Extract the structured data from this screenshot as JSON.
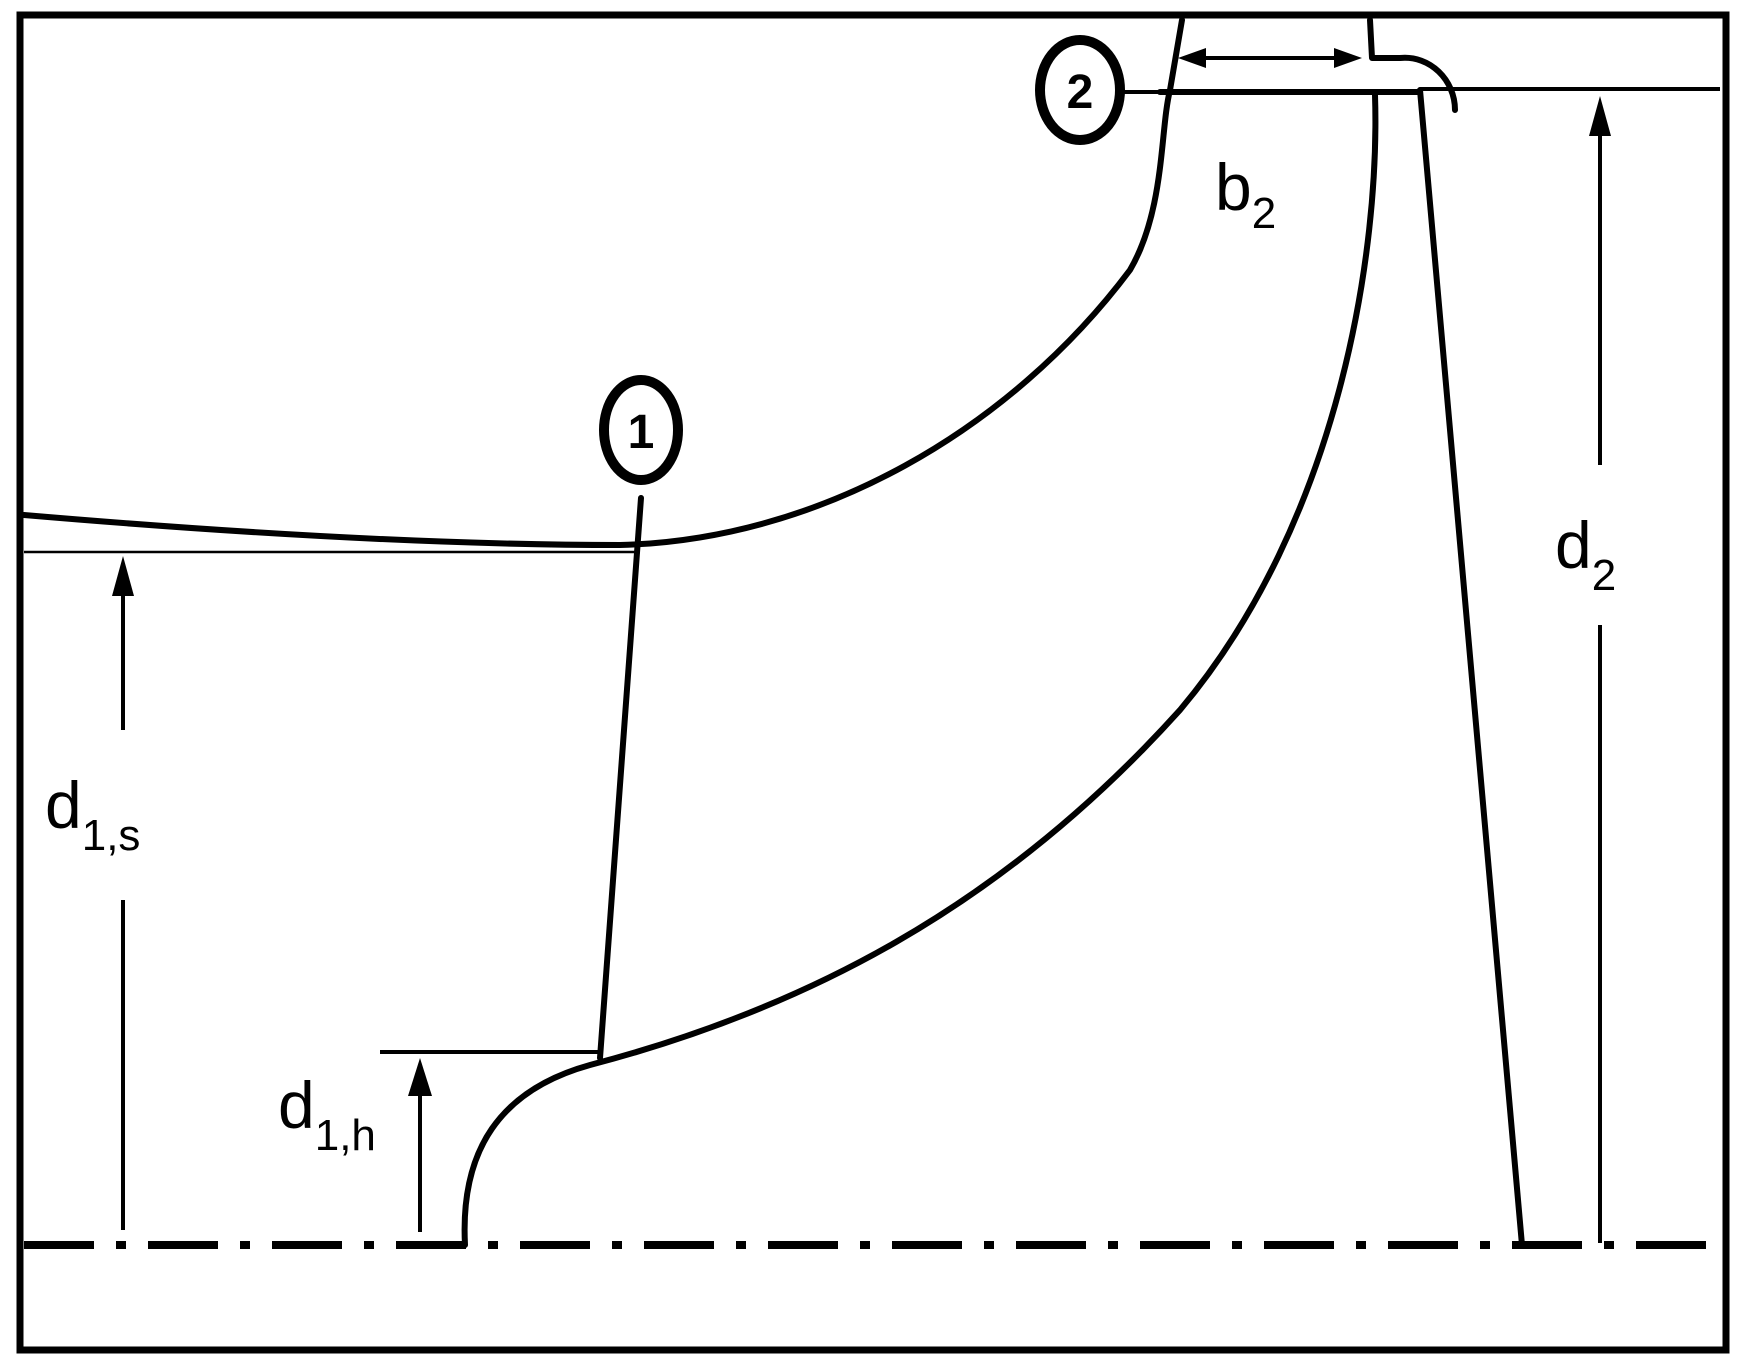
{
  "stations": {
    "inlet": "1",
    "outlet": "2"
  },
  "dimensions": {
    "b2": {
      "main": "b",
      "sub": "2"
    },
    "d2": {
      "main": "d",
      "sub": "2"
    },
    "d1s": {
      "main": "d",
      "sub": "1,s"
    },
    "d1h": {
      "main": "d",
      "sub": "1,h"
    }
  }
}
